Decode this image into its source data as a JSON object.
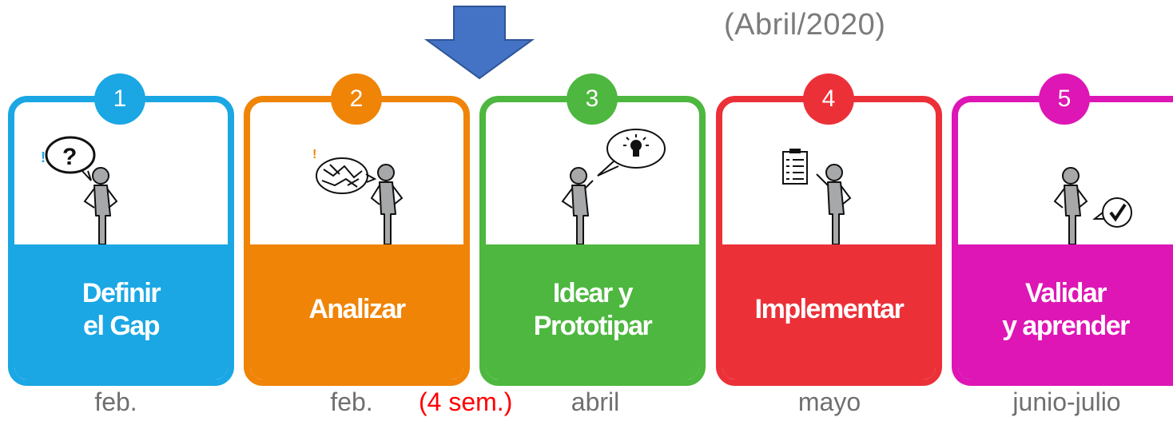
{
  "period": "(Abril/2020)",
  "weeks_note": "(4 sem.)",
  "steps": [
    {
      "number": "1",
      "title": "Definir\nel Gap",
      "month": "feb.",
      "color": "#1aa7e4"
    },
    {
      "number": "2",
      "title": "Analizar",
      "month": "feb.",
      "color": "#f08407"
    },
    {
      "number": "3",
      "title": "Idear y\nPrototipar",
      "month": "abril",
      "color": "#4db73f"
    },
    {
      "number": "4",
      "title": "Implementar",
      "month": "mayo",
      "color": "#ec3038"
    },
    {
      "number": "5",
      "title": "Validar\ny aprender",
      "month": "junio-julio",
      "color": "#dd16b5"
    }
  ],
  "icons": {
    "arrow": "down-arrow-icon",
    "step1": "question-bubble-icon",
    "step2": "analysis-bubble-icon",
    "step3": "lightbulb-bubble-icon",
    "step4": "clipboard-icon",
    "step5": "checkmark-bubble-icon"
  },
  "arrow_color": "#4472c4"
}
